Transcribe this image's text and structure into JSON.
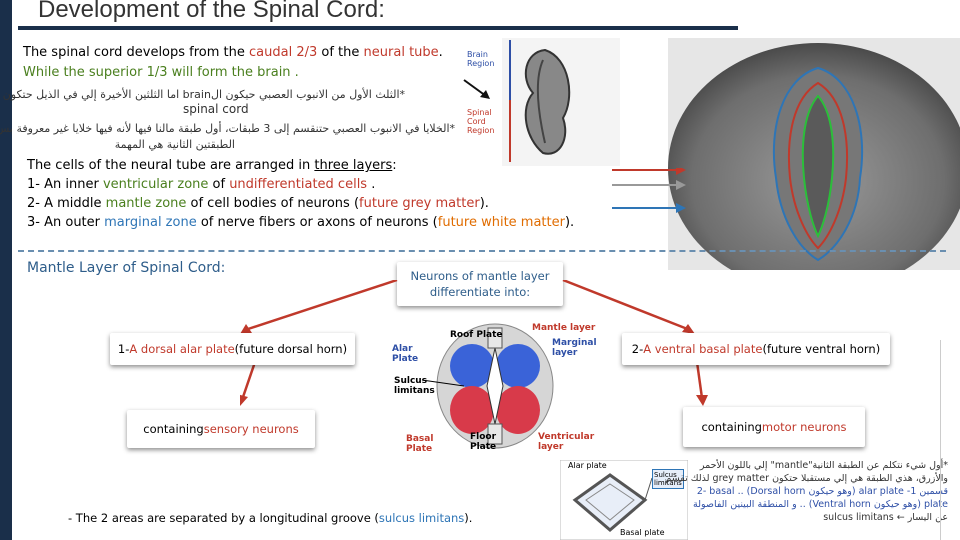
{
  "title": "Development of the Spinal Cord:",
  "intro": {
    "line1_pre": "The spinal cord develops from the ",
    "line1_red1": "caudal 2/3",
    "line1_mid": " of the ",
    "line1_red2": "neural tube",
    "line1_end": ".",
    "line2_green": "While the superior  1/3 will form the brain ."
  },
  "arabic": {
    "line1": "*الثلث الأول من الانبوب العصبي حيكون الbrain اما الثلثين الأخيرة إلي في الذيل حتكون",
    "line2": "spinal cord",
    "line3": "*الخلايا في الانبوب العصبي حتنقسم إلى 3 طبقات، أول طبقة مالنا فيها لأنه فيها خلايا غير معروفة بس",
    "line4": "الطبقتين الثانية هي المهمة"
  },
  "layers": {
    "intro_pre": "The cells of the neural tube are arranged in ",
    "intro_u": "three layers",
    "intro_end": ":",
    "l1_pre": "1- An inner ",
    "l1_green": "ventricular zone",
    "l1_mid": " of ",
    "l1_red": "undifferentiated cells",
    "l1_end": " .",
    "l2_pre": "2- A middle ",
    "l2_green": "mantle zone",
    "l2_mid": " of cell bodies of neurons (",
    "l2_red": "future grey matter",
    "l2_end": ").",
    "l3_pre": "3- An outer ",
    "l3_blue": "marginal zone",
    "l3_mid": " of nerve fibers or axons of neurons (",
    "l3_orange": "future white matter",
    "l3_end": ")."
  },
  "diagram_labels": {
    "brain_region": "Brain\nRegion",
    "spinal_cord_region": "Spinal\nCord\nRegion"
  },
  "mantle": {
    "heading": "Mantle Layer of Spinal Cord:",
    "neurons_box": "Neurons of mantle layer differentiate into:",
    "alar_num": "1- ",
    "alar_red": "A dorsal alar plate",
    "alar_end": " (future dorsal horn)",
    "basal_num": "2- ",
    "basal_red": "A ventral basal plate",
    "basal_end": " (future ventral horn)",
    "sensory_pre": "containing ",
    "sensory_red": "sensory neurons",
    "motor_pre": "containing ",
    "motor_red": "motor neurons",
    "groove_pre": "- The 2 areas are separated by a longitudinal groove (",
    "groove_blue": "sulcus limitans",
    "groove_end": ")."
  },
  "cross_section": {
    "roof_plate": "Roof Plate",
    "mantle_layer": "Mantle layer",
    "alar_plate": "Alar\nPlate",
    "marginal_layer": "Marginal\nlayer",
    "sulcus_limitans": "Sulcus\nlimitans",
    "basal_plate": "Basal\nPlate",
    "floor_plate": "Floor\nPlate",
    "ventricular_layer": "Ventricular\nlayer"
  },
  "small_diagram": {
    "alar": "Alar plate",
    "sulcus": "Sulcus\nlimitans",
    "basal": "Basal plate"
  },
  "arabic_note": {
    "line1": "*أول شيء نتكلم عن الطبقة الثانية\"mantle\" إلي باللون الأحمر",
    "line2": "والأزرق، هذي الطبقة هي إلي مستقبلا حتكون grey matter لذلك تقسم",
    "line3": "قسمين 1- alar plate (وهو حيكون Dorsal horn) .. 2- basal",
    "line4": "plate (وهو حيكون Ventral horn) .. و المنطقة البينين الفاصولة",
    "line5": "عن اليسار ← sulcus limitans"
  },
  "colors": {
    "accent_navy": "#1a2f4a",
    "red_text": "#c0392b",
    "green_text": "#4a7f1e",
    "blue_text": "#2e75b6",
    "orange_text": "#e06c00"
  }
}
